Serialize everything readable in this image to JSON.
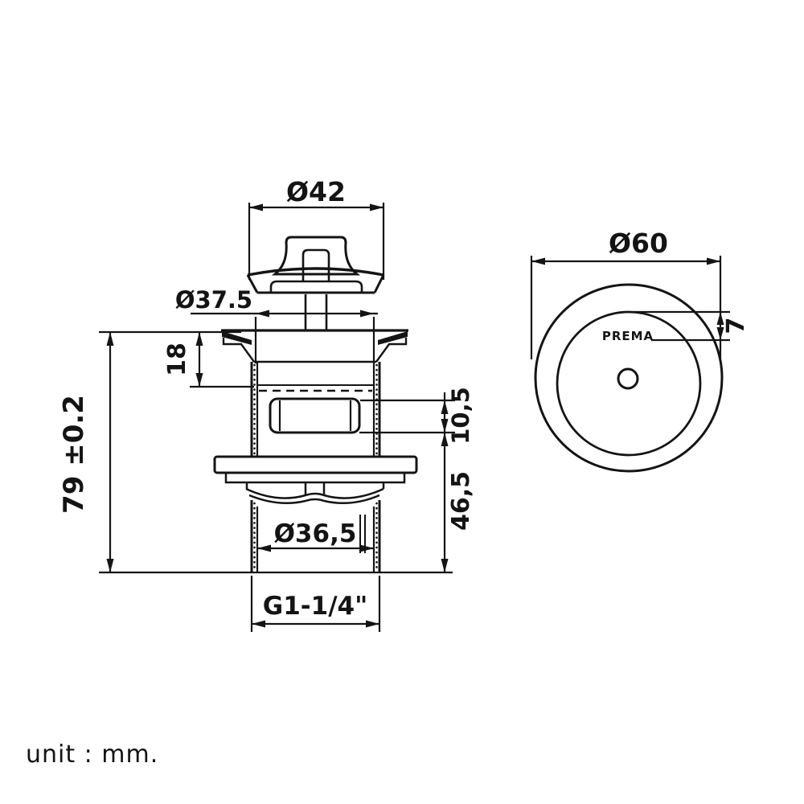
{
  "unit_note": "unit : mm.",
  "brand": "PREMA",
  "front_view": {
    "dim_cap_diameter": "Ø42",
    "dim_plug_diameter": "Ø37.5",
    "dim_flange_depth": "18",
    "dim_overall_height": "79 ±0.2",
    "dim_overflow_slot_height": "10,5",
    "dim_tail_length": "46,5",
    "dim_tail_diameter": "Ø36,5",
    "dim_thread_size": "G1-1/4\""
  },
  "top_view": {
    "dim_face_diameter": "Ø60",
    "dim_rim_width": "7"
  },
  "colors": {
    "line": "#141414",
    "background": "#ffffff"
  }
}
